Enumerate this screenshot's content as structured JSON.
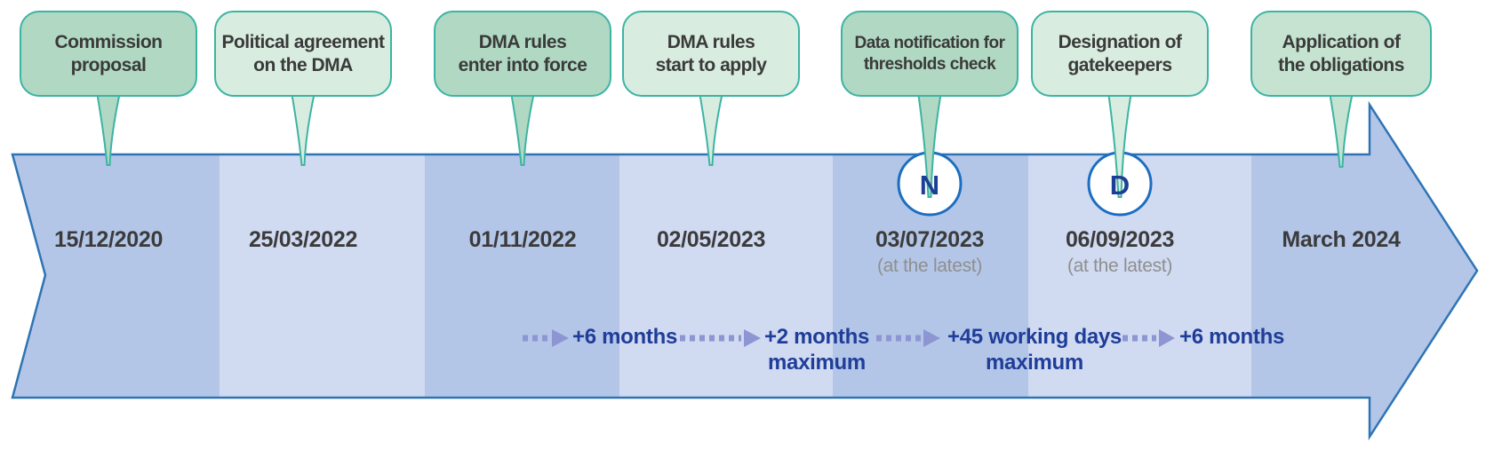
{
  "colors": {
    "seg-dark": "#b4c6e7",
    "seg-light": "#d0daf1",
    "arrow-stroke": "#2e74b5",
    "bubble-dark": "#b0d8c2",
    "bubble-light": "#d8ecdf",
    "bubble-mid": "#c5e3d0",
    "teal": "#3cb4a4",
    "ink": "#3a3a3a",
    "date-ink": "#3b3b3b",
    "note-gray": "#8f8f8f",
    "ec-blue": "#1f3d99",
    "circle-stroke": "#1b6ec2",
    "dash": "#8d96d2"
  },
  "milestones": [
    {
      "label_line1": "Commission",
      "label_line2": "proposal",
      "date": "15/12/2020",
      "note": "",
      "badge": ""
    },
    {
      "label_line1": "Political agreement",
      "label_line2": "on the DMA",
      "date": "25/03/2022",
      "note": "",
      "badge": ""
    },
    {
      "label_line1": "DMA rules",
      "label_line2": "enter into force",
      "date": "01/11/2022",
      "note": "",
      "badge": ""
    },
    {
      "label_line1": "DMA rules",
      "label_line2": "start to apply",
      "date": "02/05/2023",
      "note": "",
      "badge": ""
    },
    {
      "label_line1": "Data notification for",
      "label_line2": "thresholds check",
      "date": "03/07/2023",
      "note": "(at the latest)",
      "badge": "N"
    },
    {
      "label_line1": "Designation of",
      "label_line2": "gatekeepers",
      "date": "06/09/2023",
      "note": "(at the latest)",
      "badge": "D"
    },
    {
      "label_line1": "Application of",
      "label_line2": "the obligations",
      "date": "March 2024",
      "note": "",
      "badge": ""
    }
  ],
  "intervals": [
    {
      "line1": "+6 months",
      "line2": ""
    },
    {
      "line1": "+2 months",
      "line2": "maximum"
    },
    {
      "line1": "+45 working days",
      "line2": "maximum"
    },
    {
      "line1": "+6 months",
      "line2": ""
    }
  ]
}
